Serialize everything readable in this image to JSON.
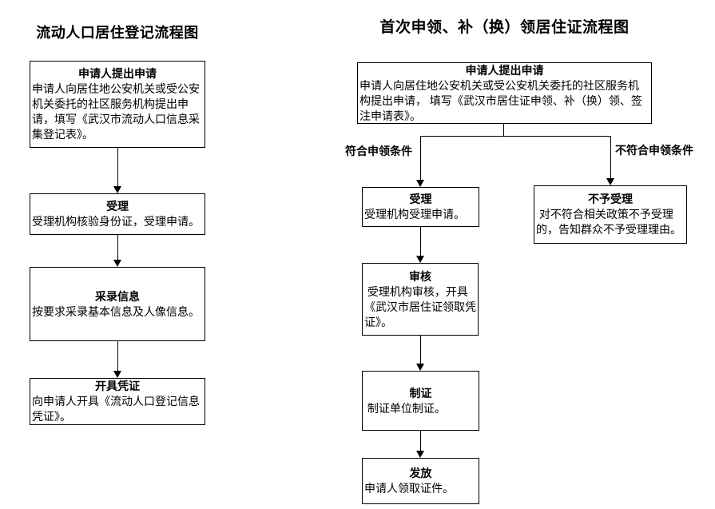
{
  "left_chart": {
    "title": "流动人口居住登记流程图",
    "steps": [
      {
        "title": "申请人提出申请",
        "body": "申请人向居住地公安机关或受公安机关委托的社区服务机构提出申请，填写《武汉市流动人口信息采集登记表》。"
      },
      {
        "title": "受理",
        "body": "受理机构核验身份证，受理申请。"
      },
      {
        "title": "采录信息",
        "body": "按要求采录基本信息及人像信息。"
      },
      {
        "title": "开具凭证",
        "body": "向申请人开具《流动人口登记信息凭证》。"
      }
    ]
  },
  "right_chart": {
    "title": "首次申领、补（换）领居住证流程图",
    "steps": [
      {
        "title": "申请人提出申请",
        "body": "申请人向居住地公安机关或受公安机关委托的社区服务机构提出申请， 填写《武汉市居住证申领、补（换）领、签注申请表》。"
      },
      {
        "title": "受理",
        "body": "受理机构受理申请。"
      },
      {
        "title": "不予受理",
        "body": " 对不符合相关政策不予受理的，告知群众不予受理理由。"
      },
      {
        "title": "审核",
        "body": " 受理机构审核，开具《武汉市居住证领取凭证》。"
      },
      {
        "title": "制证",
        "body": " 制证单位制证。"
      },
      {
        "title": "发放",
        "body": "申请人领取证件。"
      }
    ],
    "branch_labels": {
      "eligible": "符合申领条件",
      "not_eligible": "不符合申领条件"
    }
  },
  "colors": {
    "line": "#000000",
    "background": "#ffffff"
  }
}
